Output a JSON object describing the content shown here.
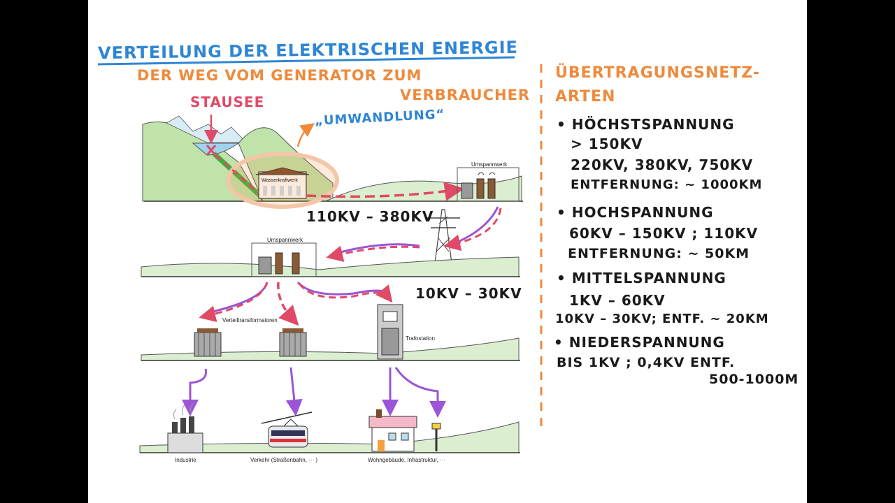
{
  "title": "VERTEILUNG DER ELEKTRISCHEN ENERGIE",
  "subtitle_line1": "DER WEG VOM GENERATOR ZUM",
  "subtitle_line2": "VERBRAUCHER",
  "label_stausee": "STAUSEE",
  "label_umwandlung": "„UMWANDLUNG“",
  "voltage_high": "110KV – 380KV",
  "voltage_mid": "10KV – 30KV",
  "diagram_labels": {
    "wasserkraftwerk": "Wasserkraftwerk",
    "umspannwerk_top": "Umspannwerk",
    "umspannwerk_mid": "Umspannwerk",
    "verteiltransformatoren": "Verteiltransformatoren",
    "trafostation": "Trafostation",
    "industrie": "Industrie",
    "verkehr": "Verkehr (Straßenbahn, ··· )",
    "wohngebaeude": "Wohngebäude, Infrastruktur, ···"
  },
  "notes": {
    "heading1": "ÜBERTRAGUNGSNETZ-",
    "heading2": "ARTEN",
    "items": [
      {
        "lines": [
          "• HÖCHSTSPANNUNG",
          "> 150KV",
          "220KV, 380KV, 750KV",
          "ENTFERNUNG: ~ 1000KM"
        ]
      },
      {
        "lines": [
          "• HOCHSPANNUNG",
          "60KV – 150KV ; 110KV",
          "ENTFERNUNG: ~ 50KM"
        ]
      },
      {
        "lines": [
          "• MITTELSPANNUNG",
          "1KV – 60KV",
          "10KV – 30KV; ENTF. ~ 20KM"
        ]
      },
      {
        "lines": [
          "• NIEDERSPANNUNG",
          "BIS 1KV ; 0,4KV  ENTF.",
          "500-1000M"
        ]
      }
    ]
  },
  "colors": {
    "title": "#2e86d4",
    "subtitle": "#ee8a3c",
    "red_arrow": "#e04a66",
    "purple_arrow": "#9b55d6",
    "ground": "#dbeed0",
    "hill": "#bfe3a8"
  }
}
